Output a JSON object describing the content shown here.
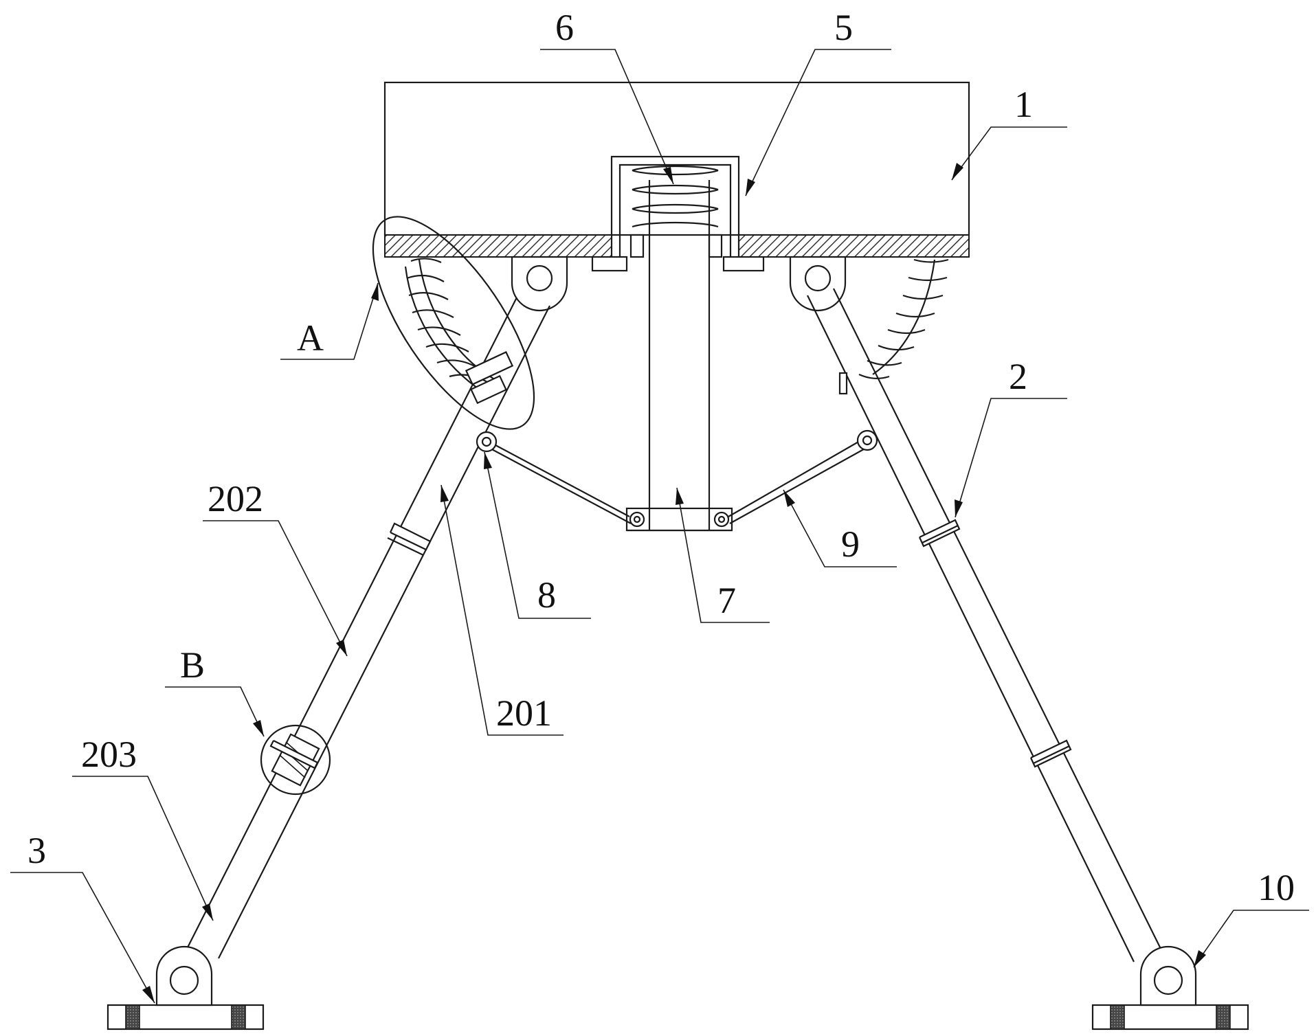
{
  "labels": {
    "l1": "1",
    "l2": "2",
    "l3": "3",
    "l5": "5",
    "l6": "6",
    "l7": "7",
    "l8": "8",
    "l9": "9",
    "l10": "10",
    "l201": "201",
    "l202": "202",
    "l203": "203",
    "lA": "A",
    "lB": "B"
  }
}
